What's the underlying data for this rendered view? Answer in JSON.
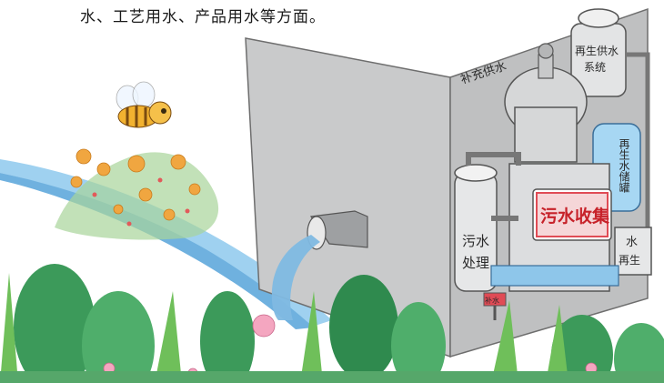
{
  "caption": "水、工艺用水、产品用水等方面。",
  "labels": {
    "supplementary_water_supply": "补充供水",
    "recycled_water_supply_system_line1": "再生供水",
    "recycled_water_supply_system_line2": "系统",
    "recycled_water_tank": "再生水储罐",
    "sewage_collection": "污水收集",
    "sewage_treatment_line1": "污水",
    "sewage_treatment_line2": "处理",
    "water_regeneration_line1": "水",
    "water_regeneration_line2": "再生",
    "small_valve_tag": "补水"
  },
  "colors": {
    "wall_gray": "#c9cacb",
    "water_blue": "#8ec6ea",
    "sign_red": "#e04b55",
    "leaf_green": "#3c9a5a"
  }
}
